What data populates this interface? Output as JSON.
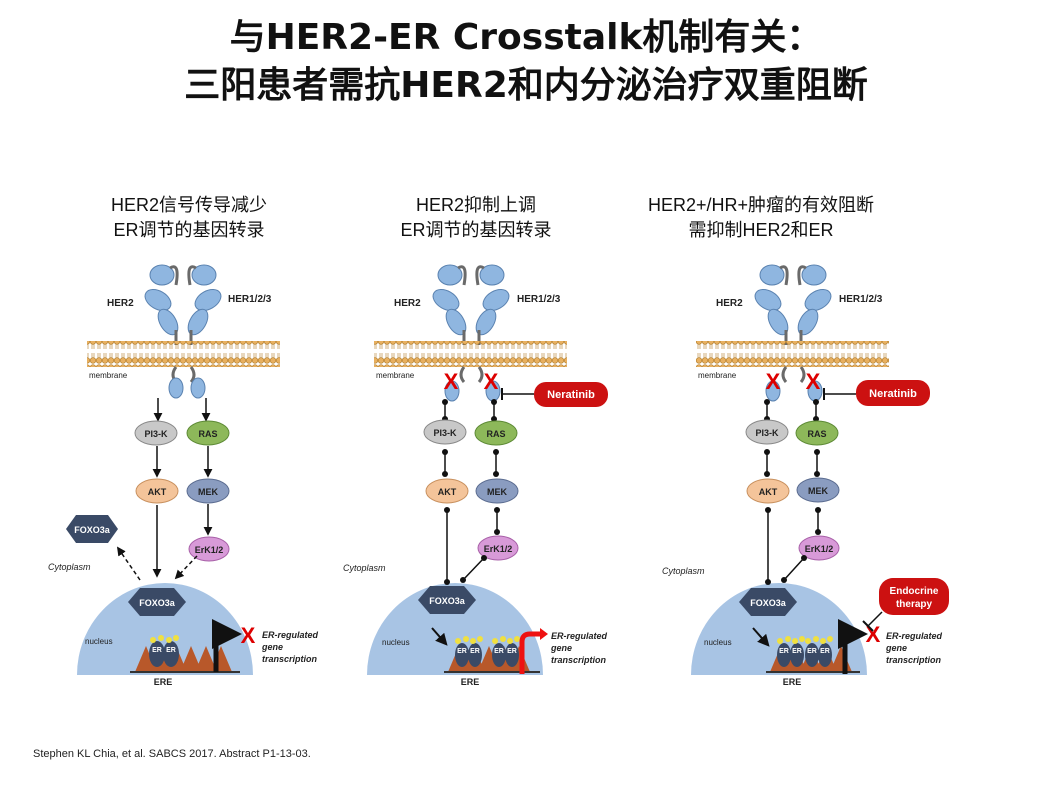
{
  "title": {
    "line1": "与HER2-ER Crosstalk机制有关：",
    "line2": "三阳患者需抗HER2和内分泌治疗双重阻断"
  },
  "panels": [
    {
      "heading1": "HER2信号传导减少",
      "heading2": "ER调节的基因转录",
      "her2": "HER2",
      "her123": "HER1/2/3",
      "membrane": "membrane",
      "pi3k": "PI3-K",
      "ras": "RAS",
      "akt": "AKT",
      "mek": "MEK",
      "erk": "ErK1/2",
      "foxo_out": "FOXO3a",
      "foxo_in": "FOXO3a",
      "cytoplasm": "Cytoplasm",
      "nucleus": "nucleus",
      "er": "ER",
      "ere": "ERE",
      "gene1": "ER-regulated",
      "gene2": "gene",
      "gene3": "transcription"
    },
    {
      "heading1": "HER2抑制上调",
      "heading2": "ER调节的基因转录",
      "her2": "HER2",
      "her123": "HER1/2/3",
      "membrane": "membrane",
      "drug": "Neratinib",
      "pi3k": "PI3-K",
      "ras": "RAS",
      "akt": "AKT",
      "mek": "MEK",
      "erk": "ErK1/2",
      "foxo_in": "FOXO3a",
      "cytoplasm": "Cytoplasm",
      "nucleus": "nucleus",
      "er": "ER",
      "ere": "ERE",
      "gene1": "ER-regulated",
      "gene2": "gene",
      "gene3": "transcription"
    },
    {
      "heading1": "HER2+/HR+肿瘤的有效阻断",
      "heading2": "需抑制HER2和ER",
      "her2": "HER2",
      "her123": "HER1/2/3",
      "membrane": "membrane",
      "drug": "Neratinib",
      "pi3k": "PI3-K",
      "ras": "RAS",
      "akt": "AKT",
      "mek": "MEK",
      "erk": "ErK1/2",
      "foxo_in": "FOXO3a",
      "endocrine1": "Endocrine",
      "endocrine2": "therapy",
      "cytoplasm": "Cytoplasm",
      "nucleus": "nucleus",
      "er": "ER",
      "ere": "ERE",
      "gene1": "ER-regulated",
      "gene2": "gene",
      "gene3": "transcription"
    }
  ],
  "footer": "Stephen KL Chia, et al. SABCS 2017. Abstract P1-13-03.",
  "colors": {
    "receptor": "#8fb6e0",
    "membrane": "#e8b060",
    "pi3k": "#c8c8c8",
    "ras": "#8db85a",
    "akt": "#f4c49a",
    "mek": "#8a9cc0",
    "erk": "#d89ad8",
    "foxo": "#3a4a66",
    "nucleus": "#a8c4e4",
    "ere": "#b8582a",
    "drug": "#cc1111",
    "inhibit": "#dd0000"
  }
}
